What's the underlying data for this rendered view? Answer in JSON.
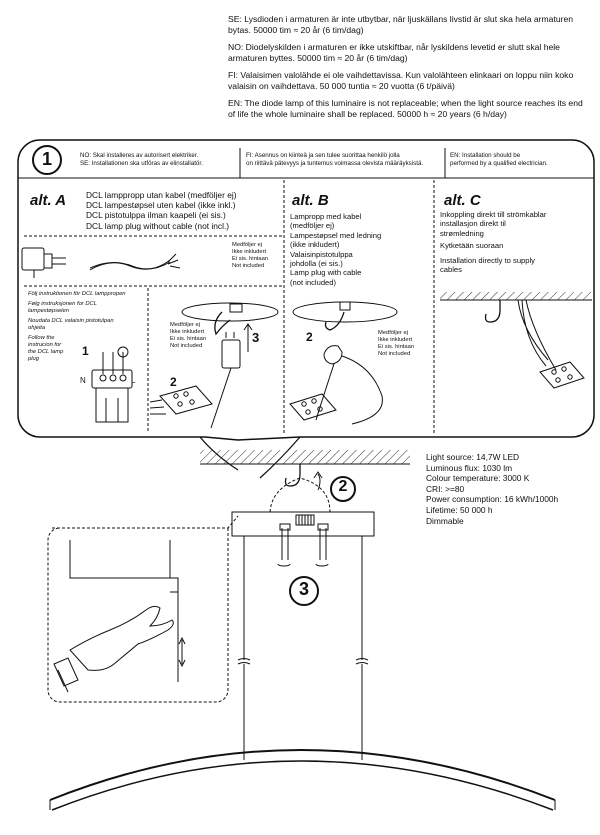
{
  "intro": {
    "se": "SE: Lysdioden i armaturen är inte utbytbar, när ljuskällans livstid är slut ska hela armaturen bytas. 50000 tim ≈ 20 år (6 tim/dag)",
    "no": "NO: Diodelyskilden i armaturen er ikke utskiftbar, når lyskildens levetid er slutt skal hele armaturen byttes. 50000 tim ≈ 20 år (6 tim/dag)",
    "fi": "FI: Valaisimen valolähde ei ole vaihdettavissa. Kun valolähteen elinkaari on loppu niin koko valaisin on vaihdettava.  50 000 tuntia ≈ 20 vuotta (6 t/päivä)",
    "en": "EN: The diode lamp of this luminaire is not replaceable; when the light source reaches its end of life the whole luminaire shall be replaced. 50000 h ≈ 20 years (6 h/day)"
  },
  "step1": {
    "number": "1",
    "no": "NO: Skal installeres av autorisert elektriker.",
    "se": "SE: Installationen ska utföras av elinstallatör.",
    "fi_1": "FI:  Asennus on kiinteä ja sen tulee suorittaa henkilö jolla",
    "fi_2": "on riittävä pätevyys ja tuntemus voimassa olevista määräyksistä.",
    "en_1": "EN: Installation should be",
    "en_2": "performed by a qualified electrician."
  },
  "altA": {
    "title": "alt. A",
    "lines": [
      "DCL lamppropp utan kabel (medföljer ej)",
      "DCL lampestøpsel uten kabel (ikke inkl.)",
      "DCL  pistotulppa ilman kaapeli (ei sis.)",
      "DCL lamp plug without cable (not incl.)"
    ],
    "not_incl_1": [
      "Medföljer ej",
      "Ikke inkludert",
      "Ei sis. hintaan",
      "Not included"
    ],
    "follow": [
      "Följ instruktionen för DCL lamppropen",
      "Følg instruksjonen for DCL lampestøpselen",
      "Noudata DCL valaisin pistotulpan ohjeita",
      "Follow the instrucion for the DCL lamp plug"
    ],
    "not_incl_2": [
      "Medföljer ej",
      "Ikke inkludert",
      "Ei sis. hintaan",
      "Not included"
    ],
    "num_1": "1",
    "num_2": "2",
    "num_3": "3",
    "n": "N",
    "l": "L"
  },
  "altB": {
    "title": "alt. B",
    "lines": [
      "Lampropp med kabel",
      "(medföljer ej)",
      "Lampestøpsel med ledning",
      "(ikke inkludert)",
      "Valaisinpistotulppa",
      "johdolla (ei sis.)",
      "Lamp plug with cable",
      "(not included)"
    ],
    "not_incl": [
      "Medföljer ej",
      "Ikke inkludert",
      "Ei sis. hintaan",
      "Not included"
    ],
    "num_2": "2"
  },
  "altC": {
    "title": "alt. C",
    "lines": [
      "Inkoppling direkt till strömkablar",
      "installasjon direkt til",
      "strømledning",
      "Kytketään suoraan",
      "Installation directly to supply",
      "cables"
    ]
  },
  "specs": [
    "Light source:  14,7W LED",
    "Luminous flux: 1030 lm",
    "Colour temperature: 3000 K",
    "CRI: >=80",
    "Power consumption: 16 kWh/1000h",
    "Lifetime: 50 000 h",
    "Dimmable"
  ],
  "steps": {
    "two": "2",
    "three": "3"
  }
}
